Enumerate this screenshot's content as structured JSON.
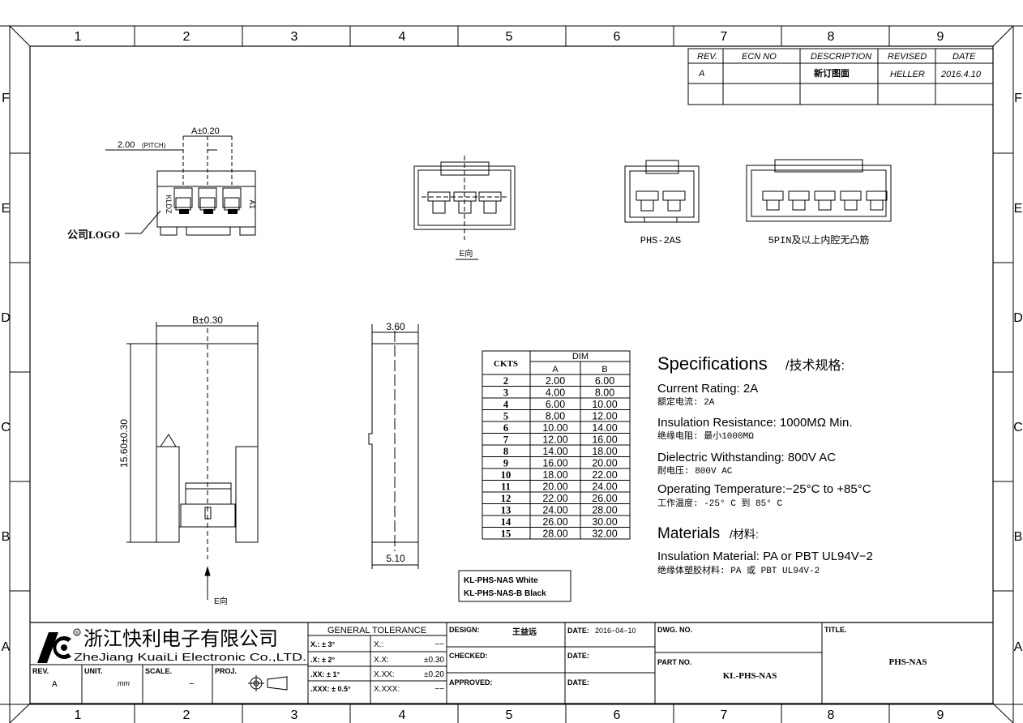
{
  "border": {
    "columns": [
      "1",
      "2",
      "3",
      "4",
      "5",
      "6",
      "7",
      "8",
      "9"
    ],
    "rows": [
      "F",
      "E",
      "D",
      "C",
      "B",
      "A"
    ]
  },
  "revision_table": {
    "headers": [
      "REV.",
      "ECN NO",
      "DESCRIPTION",
      "REVISED",
      "DATE"
    ],
    "rows": [
      [
        "A",
        "",
        "新订图面",
        "HELLER",
        "2016.4.10"
      ],
      [
        "",
        "",
        "",
        "",
        ""
      ]
    ]
  },
  "top_view": {
    "pitch_label": "2.00",
    "pitch_note": "(PITCH)",
    "a_tolerance": "A±0.20",
    "mark_left": "KLDZ",
    "mark_right": "A1",
    "logo_callout": "公司LOGO"
  },
  "end_views": {
    "e_view_label": "E向",
    "phs2as_label": "PHS-2AS",
    "five_pin_label": "5PIN及以上内腔无凸筋"
  },
  "front_view": {
    "b_dim": "B±0.30",
    "height_dim": "15.60±0.30",
    "e_arrow_label": "E向"
  },
  "side_view": {
    "top_dim": "3.60",
    "bottom_dim": "5.10"
  },
  "dim_table": {
    "header_ckts": "CKTS",
    "header_dim": "DIM",
    "col_a": "A",
    "col_b": "B",
    "rows": [
      [
        "2",
        "2.00",
        "6.00"
      ],
      [
        "3",
        "4.00",
        "8.00"
      ],
      [
        "4",
        "6.00",
        "10.00"
      ],
      [
        "5",
        "8.00",
        "12.00"
      ],
      [
        "6",
        "10.00",
        "14.00"
      ],
      [
        "7",
        "12.00",
        "16.00"
      ],
      [
        "8",
        "14.00",
        "18.00"
      ],
      [
        "9",
        "16.00",
        "20.00"
      ],
      [
        "10",
        "18.00",
        "22.00"
      ],
      [
        "11",
        "20.00",
        "24.00"
      ],
      [
        "12",
        "22.00",
        "26.00"
      ],
      [
        "13",
        "24.00",
        "28.00"
      ],
      [
        "14",
        "26.00",
        "30.00"
      ],
      [
        "15",
        "28.00",
        "32.00"
      ]
    ]
  },
  "color_note": {
    "line1": "KL-PHS-NAS  White",
    "line2": "KL-PHS-NAS-B  Black"
  },
  "specs": {
    "title": "Specifications",
    "title_cn": "/技术规格:",
    "lines": [
      {
        "en": "Current Rating: 2A",
        "cn": "额定电流: 2A"
      },
      {
        "en": "Insulation Resistance: 1000MΩ Min.",
        "cn": "绝缘电阻: 最小1000MΩ"
      },
      {
        "en": "Dielectric Withstanding: 800V AC",
        "cn": "耐电压: 800V AC"
      },
      {
        "en": "Operating Temperature:−25°C to +85°C",
        "cn": "工作温度: -25° C 到 85° C"
      }
    ],
    "materials_title": "Materials",
    "materials_title_cn": "/材料:",
    "materials_en": "Insulation Material: PA or PBT UL94V−2",
    "materials_cn": "绝缘体塑胶材料: PA 或 PBT UL94V-2"
  },
  "title_block": {
    "company_cn": "浙江快利电子有限公司",
    "company_en": "ZheJiang KuaiLi Electronic Co.,LTD.",
    "rev_label": "REV.",
    "rev_value": "A",
    "unit_label": "UNIT.",
    "unit_value": "mm",
    "scale_label": "SCALE.",
    "scale_value": "−",
    "proj_label": "PROJ.",
    "general_tolerance": "GENERAL  TOLERANCE",
    "tol_left": [
      "X.: ± 3°",
      ".X: ± 2°",
      ".XX: ± 1°",
      ".XXX: ± 0.5°"
    ],
    "tol_right_labels": [
      "X.:",
      "X.X:",
      "X.XX:",
      "X.XXX:"
    ],
    "tol_right_values": [
      "−−",
      "±0.30",
      "±0.20",
      "−−"
    ],
    "design_label": "DESIGN:",
    "designer": "王益远",
    "checked_label": "CHECKED:",
    "approved_label": "APPROVED:",
    "date_label": "DATE:",
    "design_date": "2016−04−10",
    "dwg_no_label": "DWG. NO.",
    "part_no_label": "PART NO.",
    "part_no": "KL-PHS-NAS",
    "title_label": "TITLE.",
    "title_value": "PHS-NAS"
  }
}
